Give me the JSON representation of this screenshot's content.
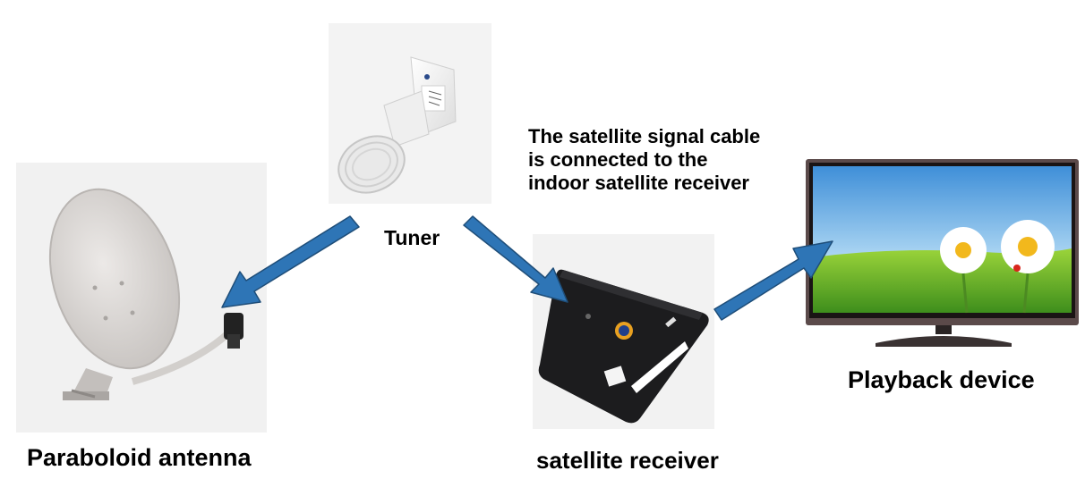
{
  "labels": {
    "antenna": "Paraboloid antenna",
    "tuner": "Tuner",
    "receiver": "satellite receiver",
    "playback": "Playback device"
  },
  "note": "The satellite signal cable is connected to the indoor satellite receiver",
  "colors": {
    "arrow_fill": "#2e75b6",
    "arrow_stroke": "#1f4e79",
    "dish": "#d9d6d4",
    "receiver_body": "#1c1c1e",
    "tv_frame": "#5b4a4a"
  },
  "icons": {
    "antenna": "satellite-dish-icon",
    "tuner": "lnb-tuner-icon",
    "receiver": "set-top-box-icon",
    "playback": "television-icon"
  }
}
